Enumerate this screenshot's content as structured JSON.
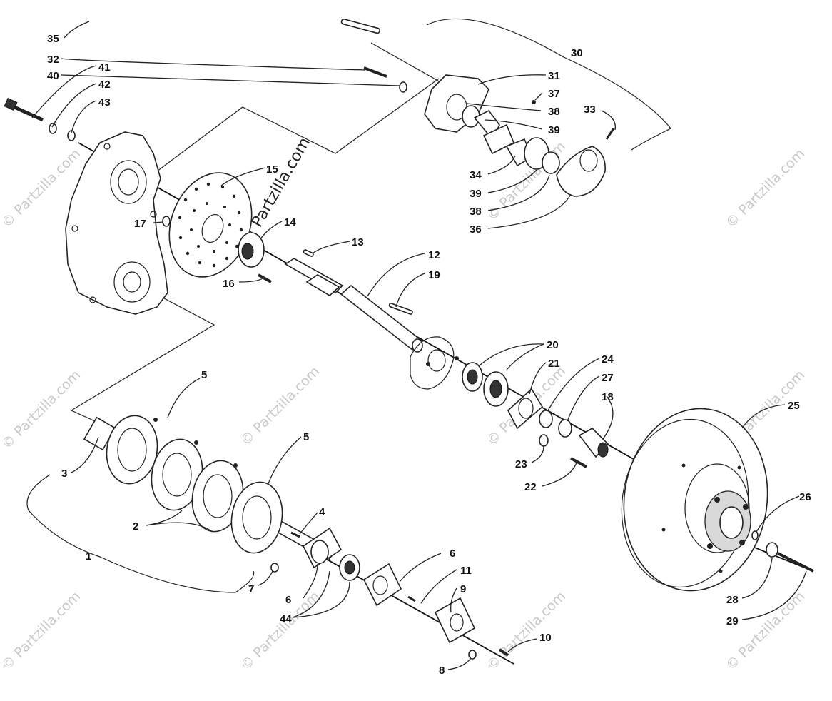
{
  "watermark": {
    "brand": "© Partzilla.com"
  },
  "callouts": {
    "c1": "1",
    "c2": "2",
    "c3": "3",
    "c4": "4",
    "c5a": "5",
    "c5b": "5",
    "c6a": "6",
    "c6b": "6",
    "c7": "7",
    "c8": "8",
    "c9": "9",
    "c10": "10",
    "c11": "11",
    "c12": "12",
    "c13": "13",
    "c14": "14",
    "c15": "15",
    "c16": "16",
    "c17": "17",
    "c18": "18",
    "c19": "19",
    "c20": "20",
    "c21": "21",
    "c22": "22",
    "c23": "23",
    "c24": "24",
    "c25": "25",
    "c26": "26",
    "c27": "27",
    "c28": "28",
    "c29": "29",
    "c30": "30",
    "c31": "31",
    "c32": "32",
    "c33": "33",
    "c34": "34",
    "c35": "35",
    "c36": "36",
    "c37": "37",
    "c38a": "38",
    "c38b": "38",
    "c39a": "39",
    "c39b": "39",
    "c40": "40",
    "c41": "41",
    "c42": "42",
    "c43": "43",
    "c44": "44"
  },
  "colors": {
    "ink": "#222222",
    "watermark": "#c8c8c8",
    "background": "#ffffff"
  }
}
